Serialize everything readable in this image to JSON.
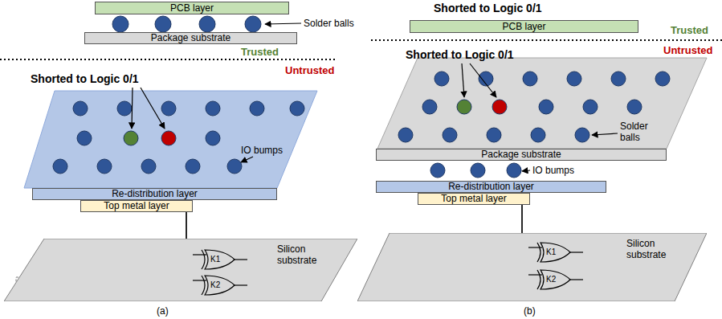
{
  "diagram": {
    "nodes": [
      {
        "text": [
          "PCB layer"
        ]
      },
      {
        "text": [
          "Package substrate"
        ]
      },
      {
        "text": [
          "Re-distribution layer"
        ]
      },
      {
        "text": [
          "Top metal layer"
        ]
      },
      {
        "text": [
          "Silicon substrate"
        ]
      },
      {
        "text": [
          "K1"
        ],
        "in": 4
      },
      {
        "text": [
          "K2"
        ],
        "in": 4
      },
      {
        "text": [
          "PCB layer"
        ]
      },
      {
        "text": [
          "Package substrate"
        ]
      },
      {
        "text": [
          "Re-distribution layer"
        ]
      },
      {
        "text": [
          "Top metal layer"
        ]
      },
      {
        "text": [
          "Silicon substrate"
        ]
      },
      {
        "text": [
          "K1"
        ],
        "in": 11
      },
      {
        "text": [
          "K2"
        ],
        "in": 11
      }
    ],
    "edges": [
      {
        "from": 3,
        "to": 5,
        "arrow": "none"
      },
      {
        "from": 3,
        "to": 6,
        "arrow": "none"
      },
      {
        "from": 10,
        "to": 12,
        "arrow": "none"
      },
      {
        "from": 10,
        "to": 13,
        "arrow": "none"
      }
    ],
    "labels": [
      "Solder balls",
      "Trusted",
      "Untrusted",
      "Shorted to Logic 0/1",
      "IO bumps",
      "(a)",
      "Shorted to Logic 0/1",
      "Trusted",
      "Untrusted",
      "Shorted to Logic 0/1",
      "Solder balls",
      "IO bumps",
      "(b)"
    ]
  }
}
